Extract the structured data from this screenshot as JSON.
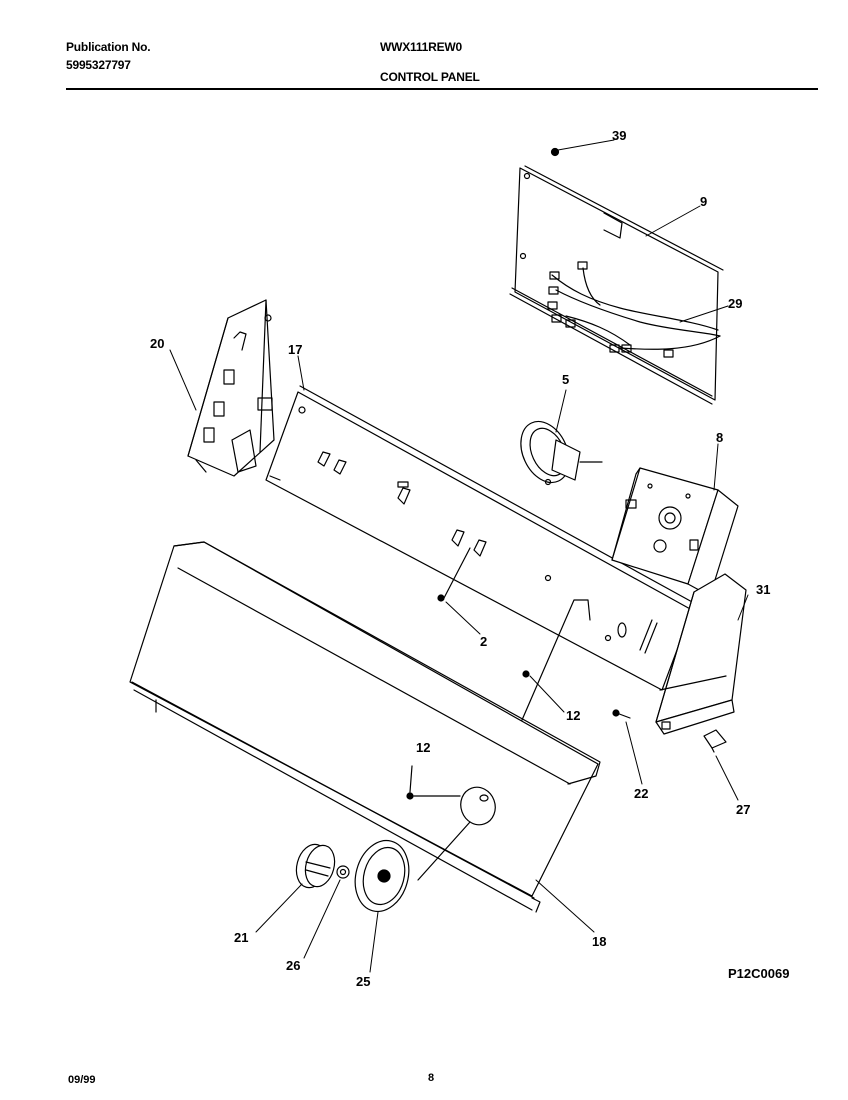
{
  "header": {
    "publication_label": "Publication No.",
    "publication_number": "5995327797",
    "model": "WWX111REW0",
    "section": "CONTROL PANEL"
  },
  "diagram": {
    "drawing_code": "P12C0069",
    "callouts": {
      "p39": "39",
      "p9": "9",
      "p29": "29",
      "p20": "20",
      "p17": "17",
      "p5": "5",
      "p8": "8",
      "p31": "31",
      "p2": "2",
      "p12a": "12",
      "p12b": "12",
      "p22": "22",
      "p27": "27",
      "p18": "18",
      "p21": "21",
      "p26": "26",
      "p25": "25"
    }
  },
  "footer": {
    "date": "09/99",
    "page": "8"
  }
}
